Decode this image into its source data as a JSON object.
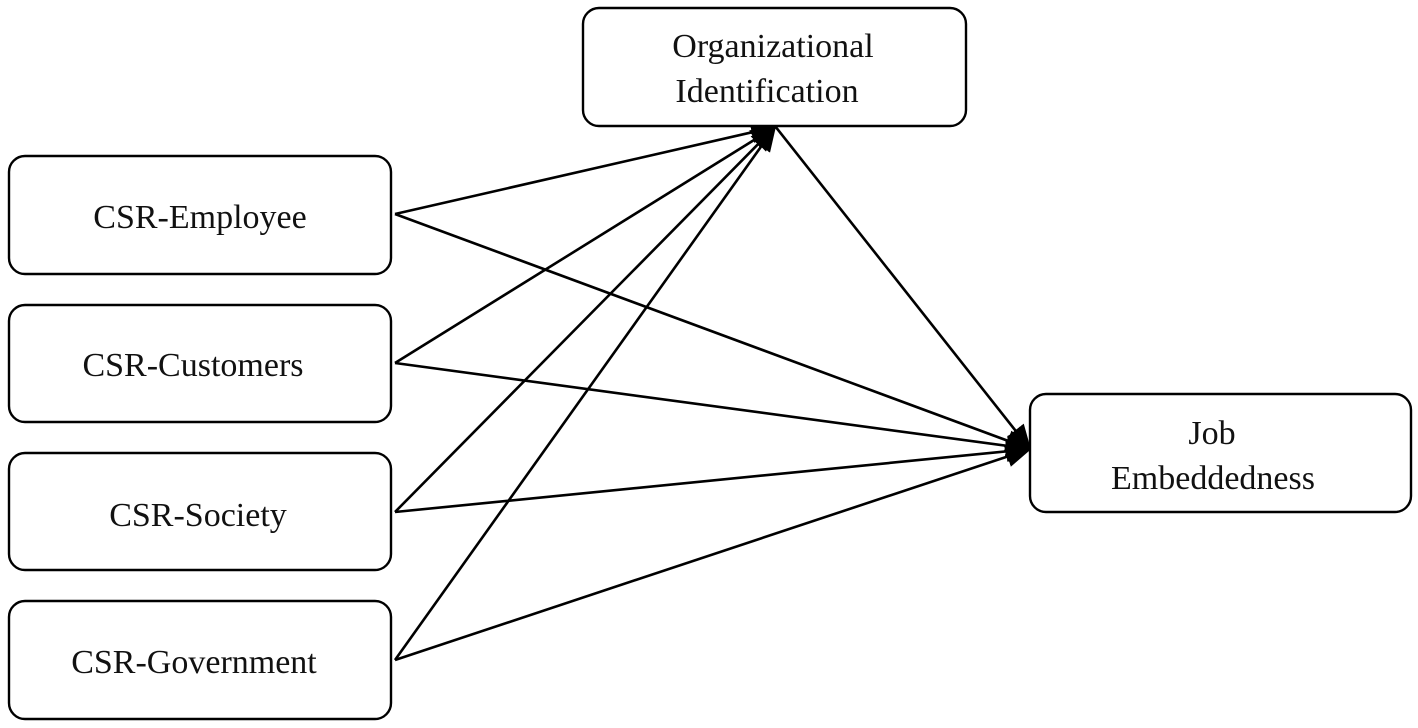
{
  "diagram": {
    "nodes": [
      {
        "id": "csr-employee",
        "label": [
          "CSR-Employee"
        ]
      },
      {
        "id": "csr-customers",
        "label": [
          "CSR-Customers"
        ]
      },
      {
        "id": "csr-society",
        "label": [
          "CSR-Society"
        ]
      },
      {
        "id": "csr-government",
        "label": [
          "CSR-Government"
        ]
      },
      {
        "id": "organizational-identification",
        "label": [
          "Organizational",
          "Identification"
        ]
      },
      {
        "id": "job-embeddedness",
        "label": [
          "Job",
          "Embeddedness"
        ]
      }
    ],
    "edges": [
      {
        "from": "csr-employee",
        "to": "organizational-identification"
      },
      {
        "from": "csr-customers",
        "to": "organizational-identification"
      },
      {
        "from": "csr-society",
        "to": "organizational-identification"
      },
      {
        "from": "csr-government",
        "to": "organizational-identification"
      },
      {
        "from": "csr-employee",
        "to": "job-embeddedness"
      },
      {
        "from": "csr-customers",
        "to": "job-embeddedness"
      },
      {
        "from": "csr-society",
        "to": "job-embeddedness"
      },
      {
        "from": "csr-government",
        "to": "job-embeddedness"
      },
      {
        "from": "organizational-identification",
        "to": "job-embeddedness"
      }
    ]
  }
}
